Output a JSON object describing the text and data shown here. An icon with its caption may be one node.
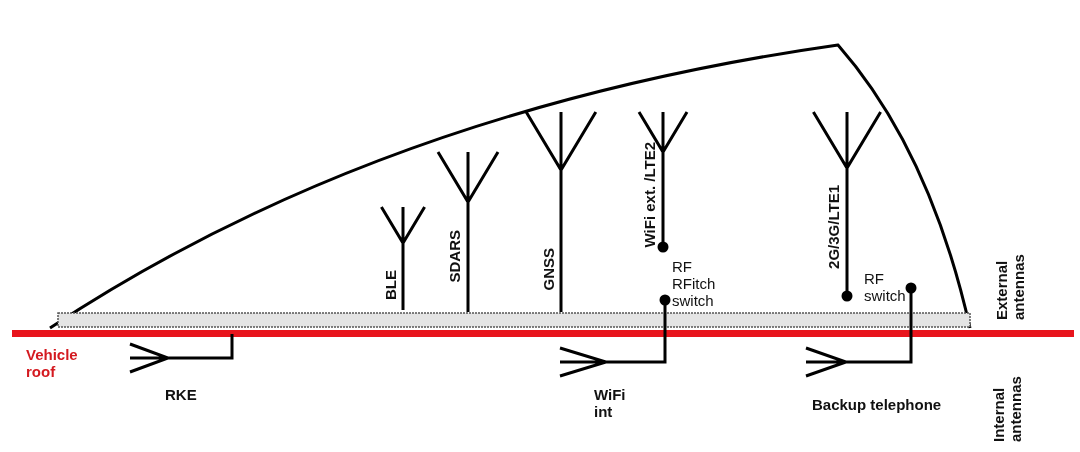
{
  "diagram": {
    "labels": [
      "External antennas",
      "BLE",
      "SDARS",
      "GNSS",
      "WiFi ext. /LTE2",
      "RF RFitch switch",
      "2G/3G/LTE1",
      "RF switch",
      "Vehicle roof",
      "RKE",
      "WiFi int",
      "Backup telephone",
      "Internal antennas"
    ]
  }
}
